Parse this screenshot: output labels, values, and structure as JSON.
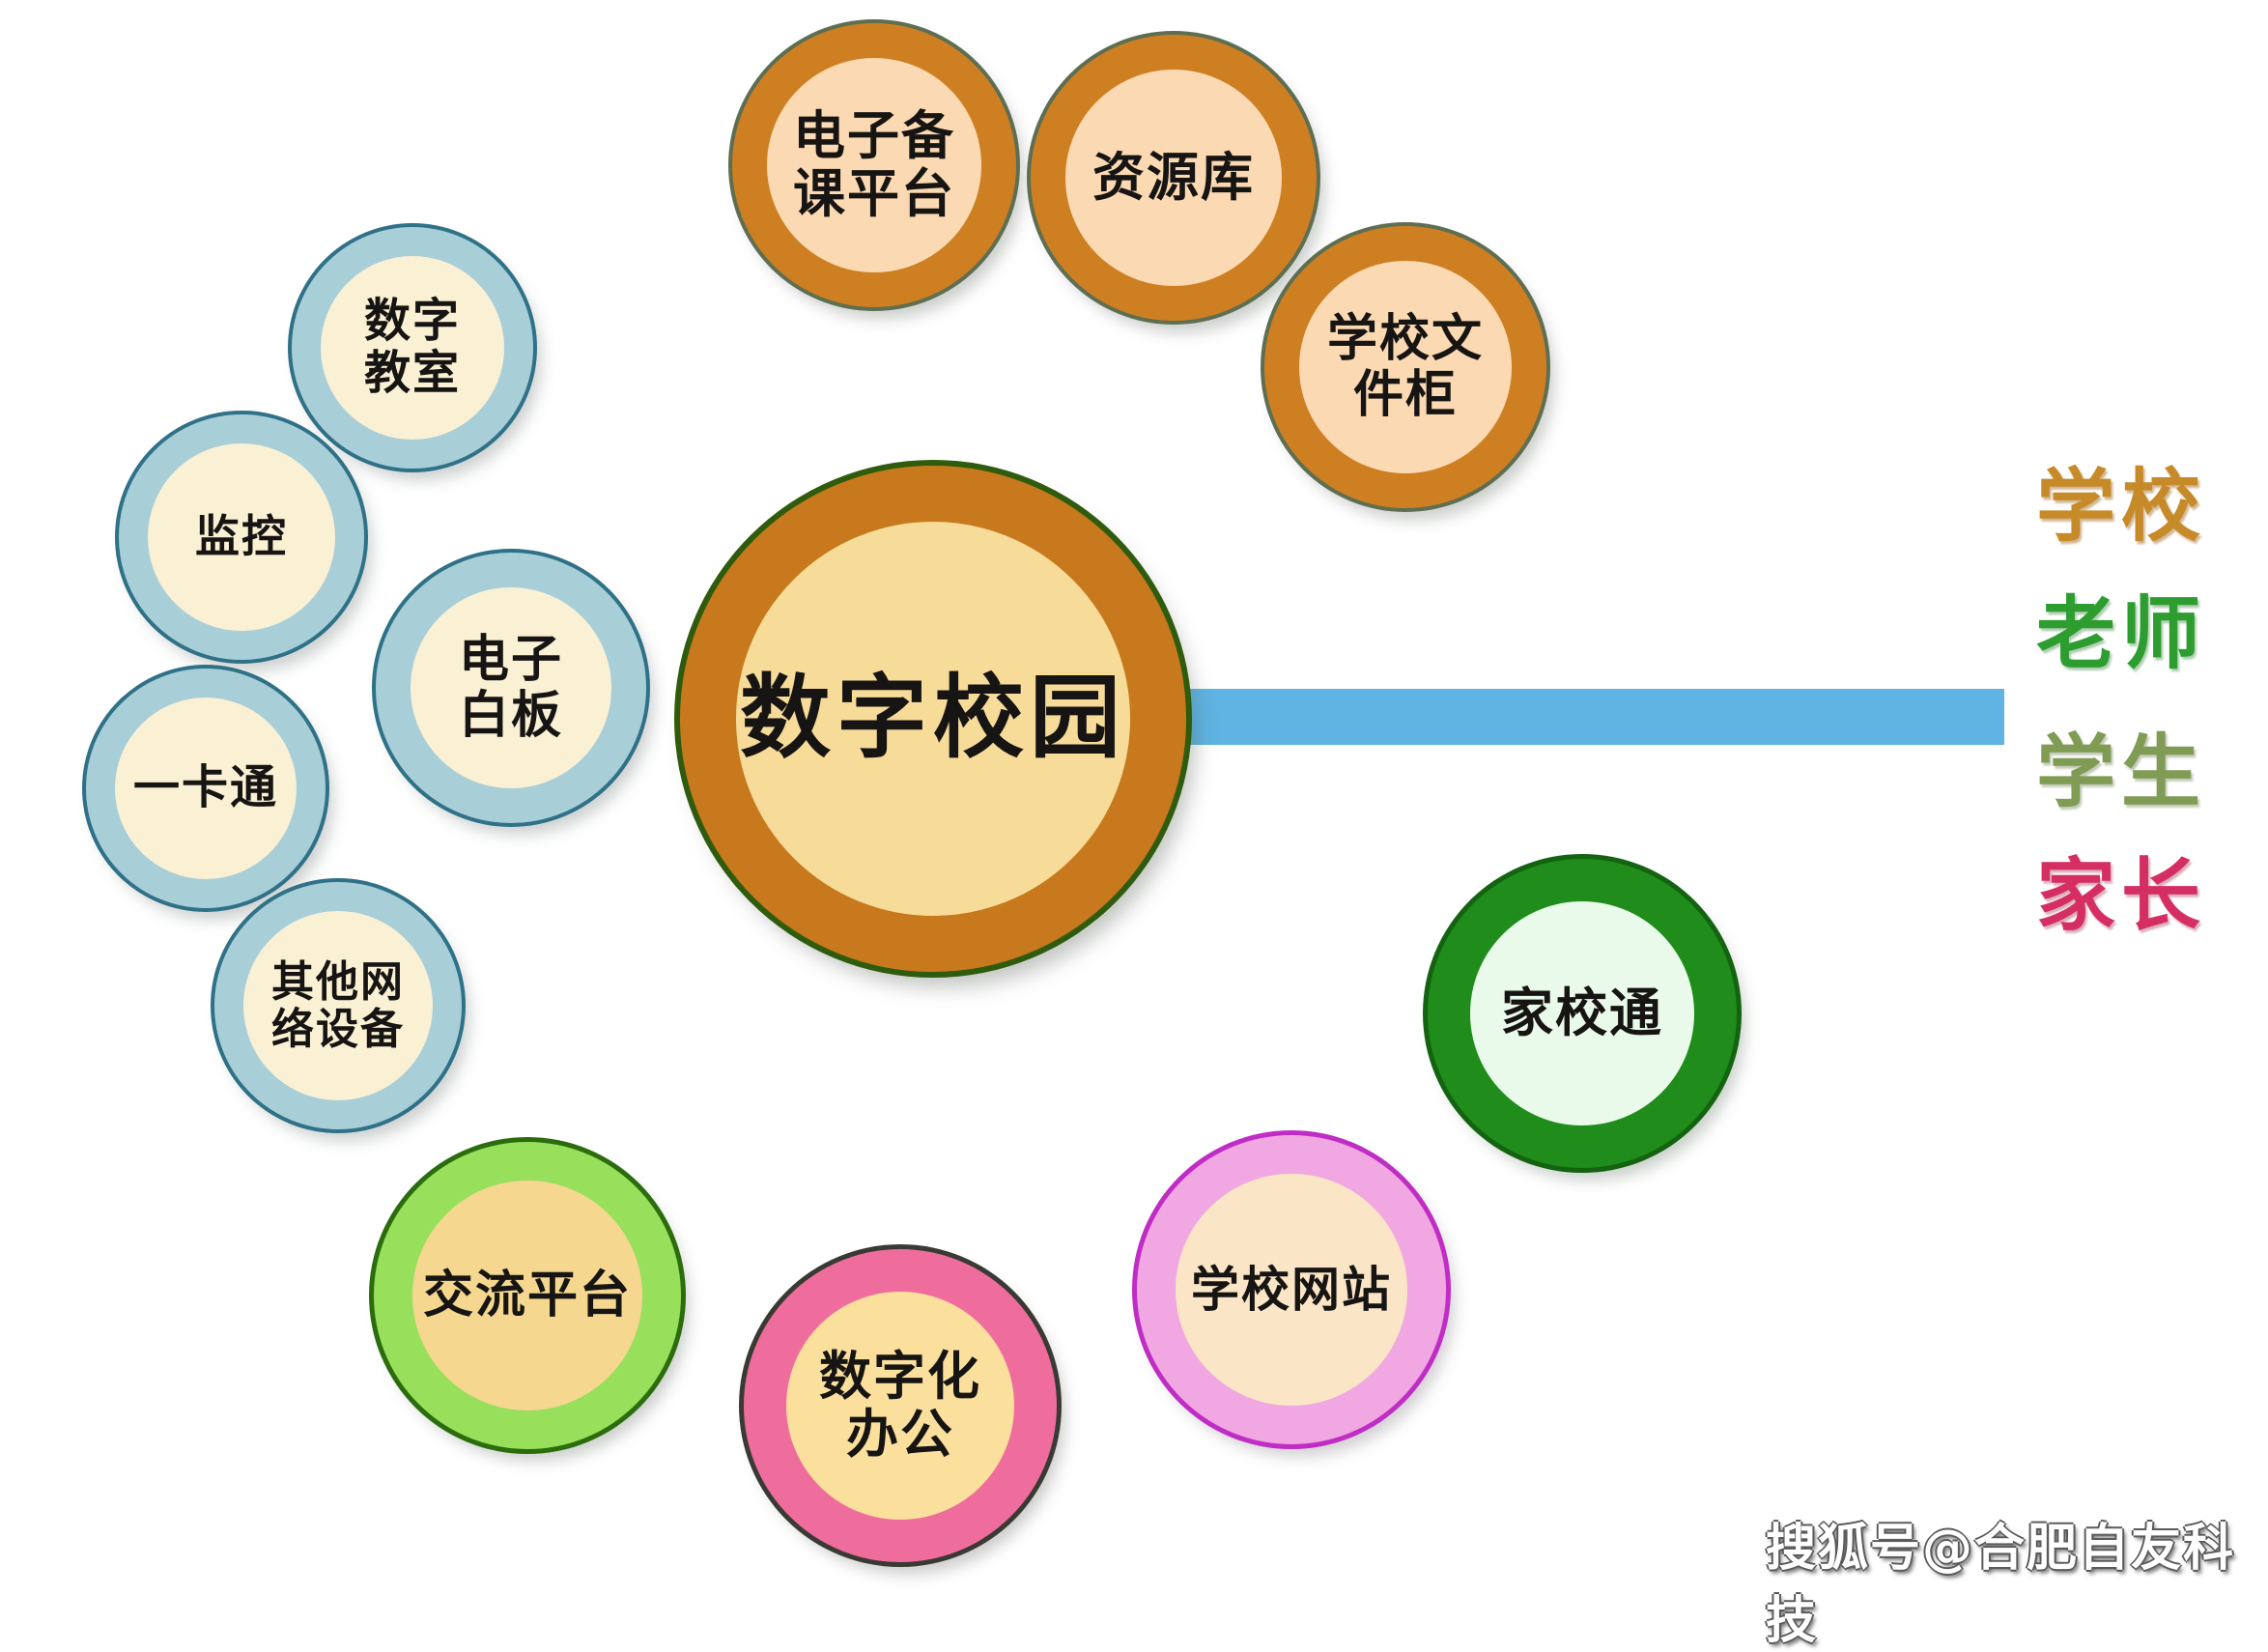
{
  "diagram": {
    "center": {
      "label": "数字校园",
      "ring_color": "#c8791d",
      "outline_color": "#2f5b0d",
      "fill_color": "#f7dc99"
    },
    "nodes": [
      {
        "id": "e-lesson-prep-platform",
        "label": "电子备\n课平台",
        "group": "school",
        "ring_color": "#ce7f22",
        "fill_color": "#fbd9b2"
      },
      {
        "id": "resource-library",
        "label": "资源库",
        "group": "school",
        "ring_color": "#ce7f22",
        "fill_color": "#fbd9b2"
      },
      {
        "id": "school-file-cabinet",
        "label": "学校文\n件柜",
        "group": "school",
        "ring_color": "#ce7f22",
        "fill_color": "#fbd9b2"
      },
      {
        "id": "digital-classroom",
        "label": "数字\n教室",
        "group": "device",
        "ring_color": "#a8ced8",
        "fill_color": "#faf0d4"
      },
      {
        "id": "monitoring",
        "label": "监控",
        "group": "device",
        "ring_color": "#a8ced8",
        "fill_color": "#faf0d4"
      },
      {
        "id": "e-whiteboard",
        "label": "电子\n白板",
        "group": "device",
        "ring_color": "#a8ced8",
        "fill_color": "#faf0d4"
      },
      {
        "id": "one-card-pass",
        "label": "一卡通",
        "group": "device",
        "ring_color": "#a8ced8",
        "fill_color": "#faf0d4"
      },
      {
        "id": "other-network-devices",
        "label": "其他网\n络设备",
        "group": "device",
        "ring_color": "#a8ced8",
        "fill_color": "#faf0d4"
      },
      {
        "id": "communication-platform",
        "label": "交流平台",
        "group": "green",
        "ring_color": "#98df5b",
        "fill_color": "#f5d78f"
      },
      {
        "id": "digital-office",
        "label": "数字化\n办公",
        "group": "pink",
        "ring_color": "#ef6d9c",
        "fill_color": "#fbdf9d"
      },
      {
        "id": "school-website",
        "label": "学校网站",
        "group": "orchid",
        "ring_color": "#f1a7e1",
        "fill_color": "#fae6c6"
      },
      {
        "id": "home-school-link",
        "label": "家校通",
        "group": "darkgreen",
        "ring_color": "#1f8c1c",
        "fill_color": "#e9faea"
      }
    ],
    "connector": {
      "color": "#5fb4e3"
    },
    "legend": [
      {
        "id": "school",
        "label": "学校",
        "color": "#c78a28"
      },
      {
        "id": "teacher",
        "label": "老师",
        "color": "#2e9d30"
      },
      {
        "id": "student",
        "label": "学生",
        "color": "#7f9b54"
      },
      {
        "id": "parent",
        "label": "家长",
        "color": "#d52e63"
      }
    ],
    "watermark": {
      "text": "搜狐号@合肥自友科技"
    }
  }
}
